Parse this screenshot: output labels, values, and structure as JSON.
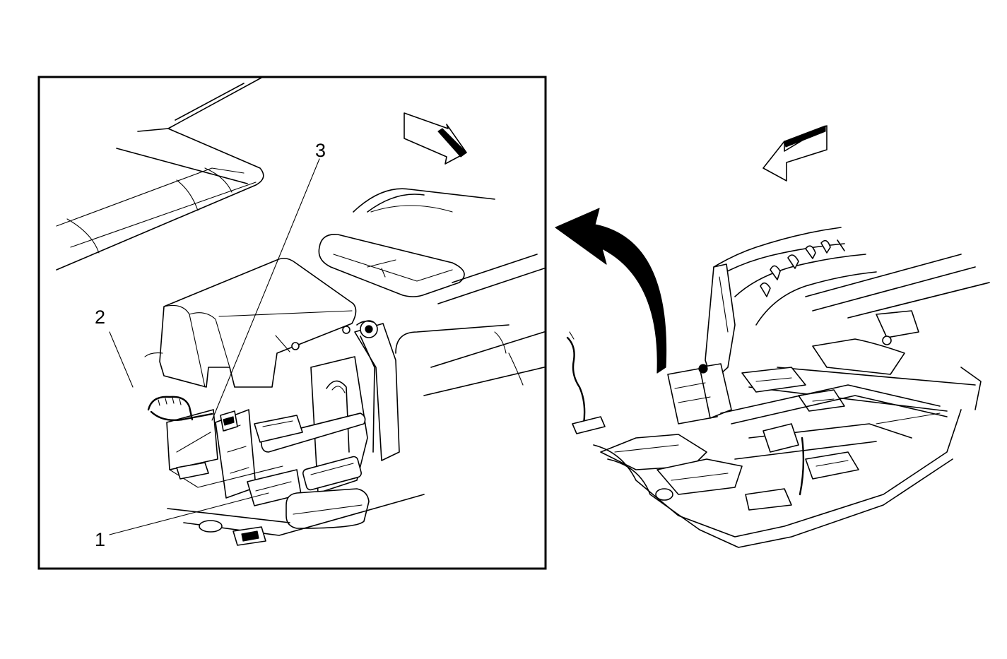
{
  "figure": {
    "callouts": [
      {
        "label": "1"
      },
      {
        "label": "2"
      },
      {
        "label": "3"
      }
    ],
    "detail_view_present": true,
    "direction_arrows": [
      "forward-arrow-detail",
      "forward-arrow-overview",
      "zoom-detail-arrow"
    ],
    "colors": {
      "line": "#000000",
      "background": "#ffffff"
    }
  }
}
